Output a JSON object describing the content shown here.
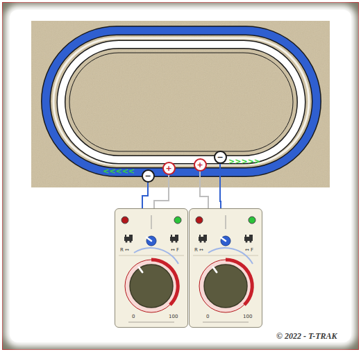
{
  "diagram": {
    "nodes": [
      {
        "text": [
          "−"
        ]
      },
      {
        "text": [
          "+"
        ]
      },
      {
        "text": [
          "+"
        ]
      },
      {
        "text": [
          "−"
        ]
      },
      {
        "text": [
          "R ↔",
          "↔ F",
          "0",
          "100"
        ]
      },
      {
        "text": [
          "R ↔",
          "↔ F",
          "0",
          "100"
        ]
      }
    ],
    "edges": [
      {
        "from": 0,
        "to": 4,
        "arrow": "none"
      },
      {
        "from": 1,
        "to": 4,
        "arrow": "none"
      },
      {
        "from": 2,
        "to": 5,
        "arrow": "none"
      },
      {
        "from": 3,
        "to": 5,
        "arrow": "none"
      }
    ],
    "labels": [
      "<<<<<",
      ">>>>>",
      "© 2022 - T-TRAK"
    ]
  }
}
